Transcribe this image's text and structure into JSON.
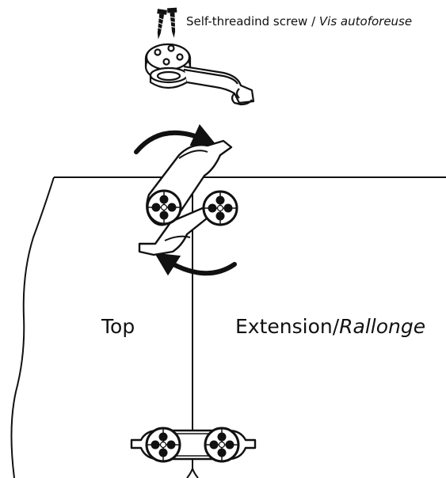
{
  "screw_caption": {
    "en": "Self-threadind screw / ",
    "fr": "Vis autoforeuse"
  },
  "labels": {
    "top": "Top",
    "extension": "Extension/",
    "rallonge": "Rallonge"
  },
  "colors": {
    "ink": "#111111",
    "background": "#ffffff"
  },
  "icons": [
    "screw-icon",
    "bracket-clip-icon",
    "rotate-arrow-icon",
    "connector-clip-icon"
  ]
}
